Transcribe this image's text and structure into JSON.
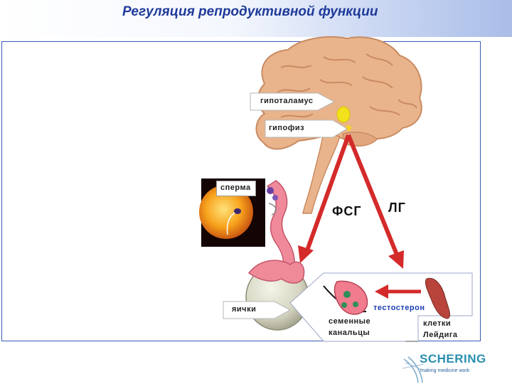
{
  "header": {
    "title": "Регуляция репродуктивной функции"
  },
  "labels": {
    "hypothalamus": "гипоталамус",
    "pituitary": "гипофиз",
    "sperm": "сперма",
    "fsh": "ФСГ",
    "lh": "ЛГ",
    "testes": "яички",
    "testosterone": "тестостерон",
    "tubules": [
      "семенные",
      "канальцы"
    ],
    "leydig": [
      "клетки",
      "Лейдига"
    ]
  },
  "logo": {
    "name": "SCHERING",
    "tagline": "making medicine work"
  },
  "colors": {
    "title": "#1f3a9a",
    "arrow": "#d42a2a",
    "brain": "#e9b48c",
    "testosterone_text": "#1a3fb0"
  }
}
